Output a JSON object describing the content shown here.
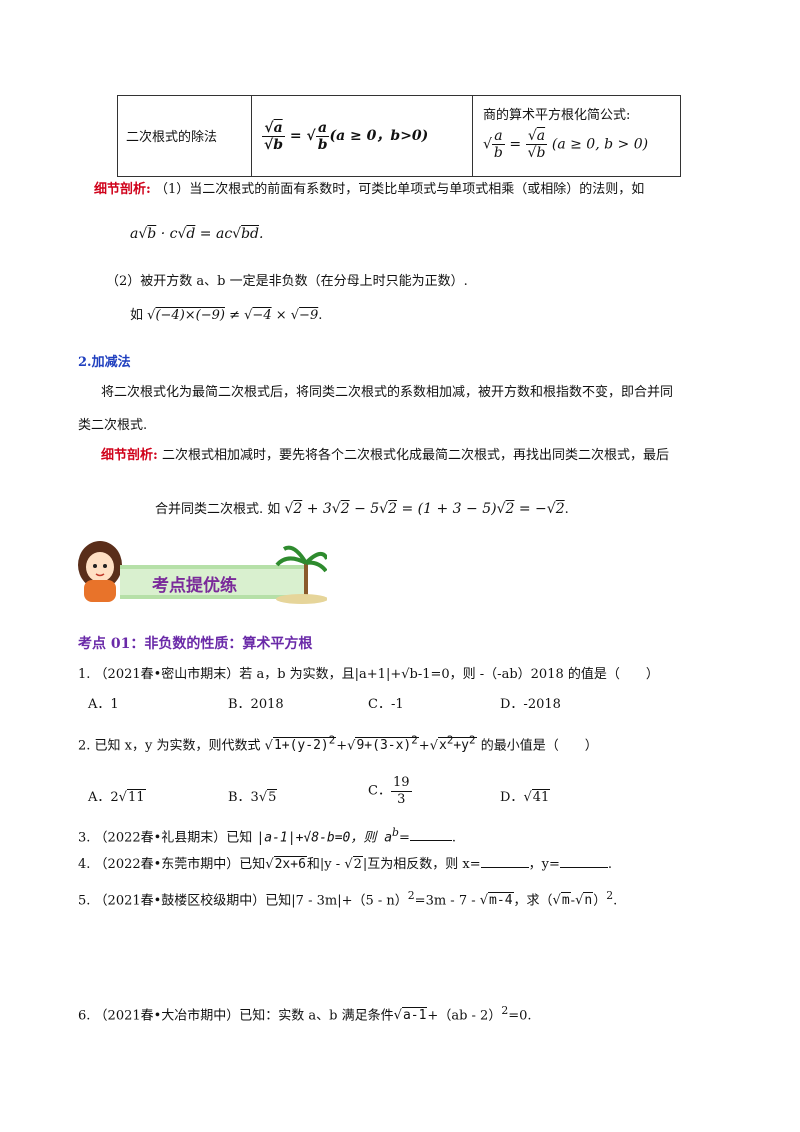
{
  "table": {
    "cell1": "二次根式的除法",
    "cell2_formula": "√a / √b = √(a/b) (a ≥ 0, b>0)",
    "cell3_title": "商的算术平方根化简公式:",
    "cell3_formula": "√(a/b) = √a / √b (a ≥ 0, b > 0)"
  },
  "detail1": {
    "label": "细节剖析:",
    "text": "（1）当二次根式的前面有系数时，可类比单项式与单项式相乘（或相除）的法则，如",
    "formula": "a√b · c√d = ac√bd",
    "point2": "（2）被开方数 a、b 一定是非负数（在分母上时只能为正数）.",
    "example_prefix": "如",
    "example_formula": "√((-4)×(-9)) ≠ √-4 × √-9"
  },
  "section2": {
    "title": "2.加减法",
    "para1": "将二次根式化为最简二次根式后，将同类二次根式的系数相加减，被开方数和根指数不变，即合并同",
    "para2": "类二次根式.",
    "detail_label": "细节剖析:",
    "detail_text": "二次根式相加减时，要先将各个二次根式化成最简二次根式，再找出同类二次根式，最后",
    "detail_text2": "合并同类二次根式. 如",
    "detail_formula": "√2 + 3√2 − 5√2 = (1 + 3 − 5)√2 = −√2"
  },
  "banner": {
    "title": "考点提优练"
  },
  "topic": {
    "title": "考点 01：非负数的性质：算术平方根"
  },
  "q1": {
    "num": "1.",
    "source": "（2021春•密山市期末）若",
    "stem": "a，b 为实数，且|a+1|+√b-1=0，则 -（-ab）2018 的值是（　　）",
    "options": [
      "A．1",
      "B．2018",
      "C．-1",
      "D．-2018"
    ]
  },
  "q2": {
    "num": "2.",
    "stem_prefix": "已知 x，y 为实数，则代数式",
    "stem_suffix": "的最小值是（　　）",
    "expr1": "1+(y-2)",
    "expr2": "9+(3-x)",
    "expr3": "x",
    "options": [
      "A．2√11",
      "B．3√5",
      "C．19/3",
      "D．√41"
    ],
    "optA": "A．2",
    "optA_rad": "11",
    "optB": "B．3",
    "optB_rad": "5",
    "optC": "C．",
    "optC_num": "19",
    "optC_den": "3",
    "optD": "D．",
    "optD_rad": "41"
  },
  "q3": {
    "num": "3.",
    "text": "（2022春•礼县期末）已知",
    "mid": "|a-1|+√8-b=0，则 a",
    "sup": "b",
    "tail": "="
  },
  "q4": {
    "num": "4.",
    "text": "（2022春•东莞市期中）已知",
    "rad1": "2x+6",
    "mid": "和|y - ",
    "rad2": "2",
    "mid2": "|互为相反数，则 x=",
    "mid3": "，y="
  },
  "q5": {
    "num": "5.",
    "text": "（2021春•鼓楼区校级期中）已知|7 - 3m|+（5 - n）",
    "sup": "2",
    "mid": "=3m - 7 - ",
    "rad": "m-4",
    "mid2": "，求（",
    "rad2": "m",
    "minus": "-",
    "rad3": "n",
    "tail": "）",
    "sup2": "2",
    "end": "."
  },
  "q6": {
    "num": "6.",
    "text": "（2021春•大冶市期中）已知：实数 a、b 满足条件",
    "rad": "a-1",
    "tail": "+（ab - 2）",
    "sup": "2",
    "end": "=0."
  }
}
